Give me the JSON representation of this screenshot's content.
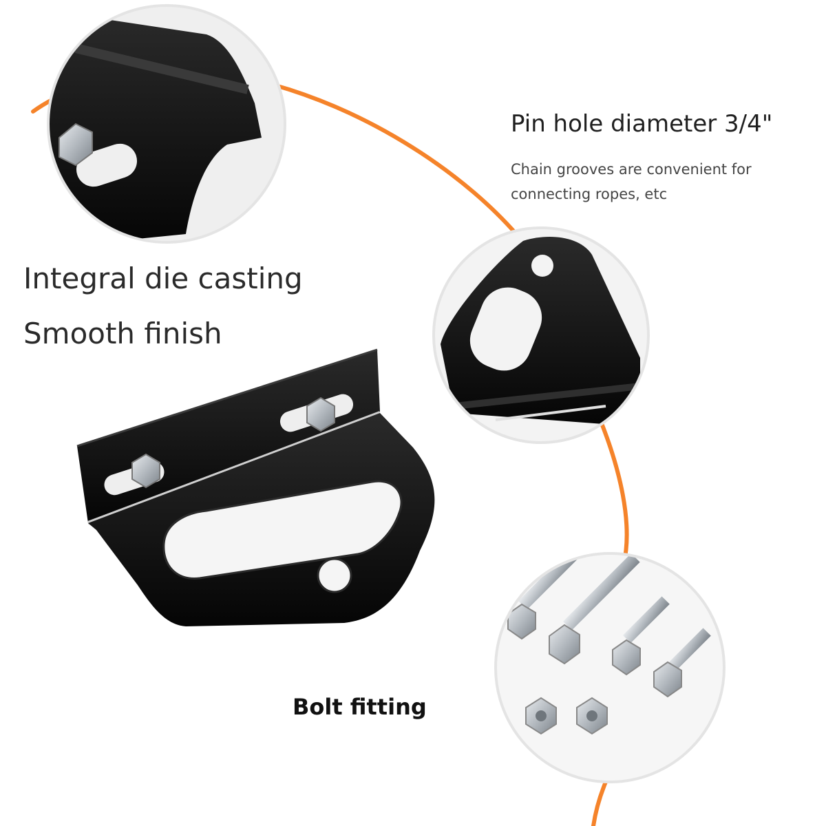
{
  "captions": {
    "integral": "Integral die casting",
    "smooth": "Smooth finish",
    "pin_hole": "Pin hole diameter 3/4\"",
    "chain_line1": "Chain grooves are convenient for",
    "chain_line2": "connecting ropes, etc",
    "bolt": "Bolt fitting"
  },
  "colors": {
    "accent_arc": "#f5832a",
    "metal_black": "#0d0d0d",
    "zinc": "#b9bec4",
    "circle_border": "#e4e4e4"
  },
  "icons": {
    "hitch_bracket": "hitch-bracket-icon",
    "bolt": "bolt-icon",
    "nut": "nut-icon"
  }
}
